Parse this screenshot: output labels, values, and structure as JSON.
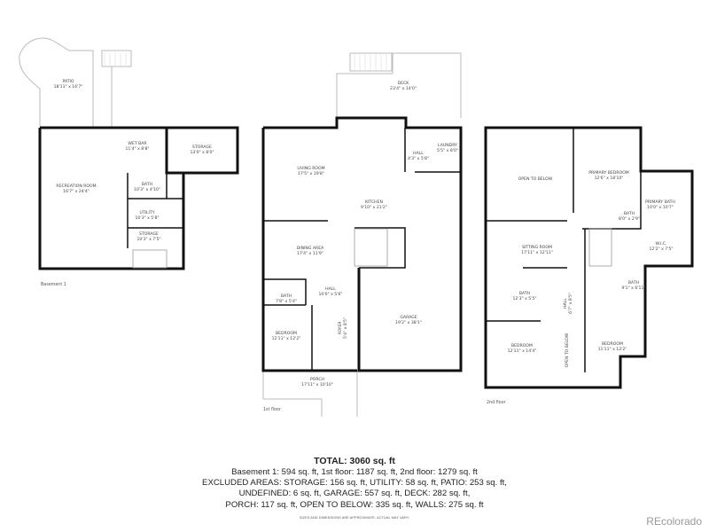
{
  "floors": [
    {
      "label": "Basement 1",
      "rooms": [
        {
          "name": "Patio",
          "dims": "18'11\" x 16'7\""
        },
        {
          "name": "Wet Bar",
          "dims": "11'4\" x 8'8\""
        },
        {
          "name": "Storage",
          "dims": "13'0\" x 8'0\""
        },
        {
          "name": "Recreation Room",
          "dims": "16'7\" x 24'4\""
        },
        {
          "name": "Bath",
          "dims": "10'3\" x 4'10\""
        },
        {
          "name": "Utility",
          "dims": "10'3\" x 5'8\""
        },
        {
          "name": "Storage",
          "dims": "10'3\" x 7'5\""
        }
      ]
    },
    {
      "label": "1st floor",
      "rooms": [
        {
          "name": "Deck",
          "dims": "23'4\" x 14'0\""
        },
        {
          "name": "Living Room",
          "dims": "17'5\" x 19'8\""
        },
        {
          "name": "Kitchen",
          "dims": "9'10\" x 21'2\""
        },
        {
          "name": "Hall",
          "dims": "4'3\" x 5'8\""
        },
        {
          "name": "Laundry",
          "dims": "5'5\" x 8'0\""
        },
        {
          "name": "Dining Area",
          "dims": "17'4\" x 11'9\""
        },
        {
          "name": "Hall",
          "dims": "10'0\" x 5'6\""
        },
        {
          "name": "Bath",
          "dims": "7'8\" x 5'4\""
        },
        {
          "name": "Bedroom",
          "dims": "12'11\" x 12'2\""
        },
        {
          "name": "Foyer",
          "dims": "5'4\" x 8'5\""
        },
        {
          "name": "Garage",
          "dims": "19'2\" x 38'1\""
        },
        {
          "name": "Porch",
          "dims": "17'11\" x 10'10\""
        }
      ]
    },
    {
      "label": "2nd floor",
      "rooms": [
        {
          "name": "Open to Below",
          "dims": ""
        },
        {
          "name": "Primary Bedroom",
          "dims": "12'6\" x 18'10\""
        },
        {
          "name": "Primary Bath",
          "dims": "10'0\" x 10'7\""
        },
        {
          "name": "Bath",
          "dims": "8'0\" x 2'9\""
        },
        {
          "name": "W.I.C.",
          "dims": "12'2\" x 7'5\""
        },
        {
          "name": "Sitting Room",
          "dims": "17'11\" x 12'11\""
        },
        {
          "name": "Bath",
          "dims": "12'3\" x 5'5\""
        },
        {
          "name": "Hall",
          "dims": "6'7\" x 8'5\""
        },
        {
          "name": "Bath",
          "dims": "9'1\" x 6'11\""
        },
        {
          "name": "Bedroom",
          "dims": "12'11\" x 14'4\""
        },
        {
          "name": "Bedroom",
          "dims": "11'11\" x 12'2\""
        },
        {
          "name": "Open to Below",
          "dims": ""
        }
      ]
    }
  ],
  "summary": {
    "total": "TOTAL: 3060 sq. ft",
    "lines": [
      "Basement 1: 594 sq. ft, 1st floor: 1187 sq. ft, 2nd floor: 1279 sq. ft",
      "EXCLUDED AREAS: STORAGE: 156 sq. ft, UTILITY: 58 sq. ft, PATIO: 253 sq. ft,",
      "UNDEFINED: 6 sq. ft, GARAGE: 557 sq. ft, DECK: 282 sq. ft,",
      "PORCH: 117 sq. ft, OPEN TO BELOW: 335 sq. ft, WALLS: 275 sq. ft"
    ],
    "note": "SIZES AND DIMENSIONS ARE APPROXIMATE, ACTUAL MAY VARY."
  },
  "brand": "REcolorado"
}
